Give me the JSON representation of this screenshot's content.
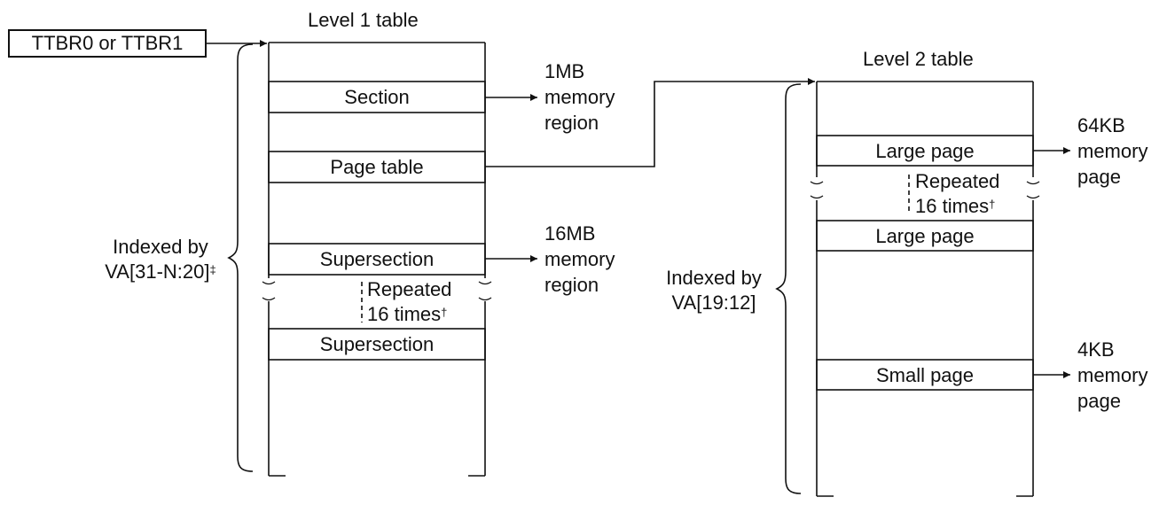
{
  "ttbr": {
    "label": "TTBR0 or TTBR1"
  },
  "level1": {
    "title": "Level 1 table",
    "entries": {
      "section": "Section",
      "page_table": "Page table",
      "supersection_1": "Supersection",
      "supersection_2": "Supersection"
    },
    "repeated": {
      "line1": "Repeated",
      "line2": "16 times",
      "mark": "†"
    },
    "index": {
      "line1": "Indexed by",
      "line2": "VA[31-N:20]",
      "mark": "‡"
    },
    "targets": {
      "section": [
        "1MB",
        "memory",
        "region"
      ],
      "supersection": [
        "16MB",
        "memory",
        "region"
      ]
    }
  },
  "level2": {
    "title": "Level 2 table",
    "entries": {
      "large_page_1": "Large page",
      "large_page_2": "Large page",
      "small_page": "Small page"
    },
    "repeated": {
      "line1": "Repeated",
      "line2": "16 times",
      "mark": "†"
    },
    "index": {
      "line1": "Indexed by",
      "line2": "VA[19:12]"
    },
    "targets": {
      "large_page": [
        "64KB",
        "memory",
        "page"
      ],
      "small_page": [
        "4KB",
        "memory",
        "page"
      ]
    }
  }
}
